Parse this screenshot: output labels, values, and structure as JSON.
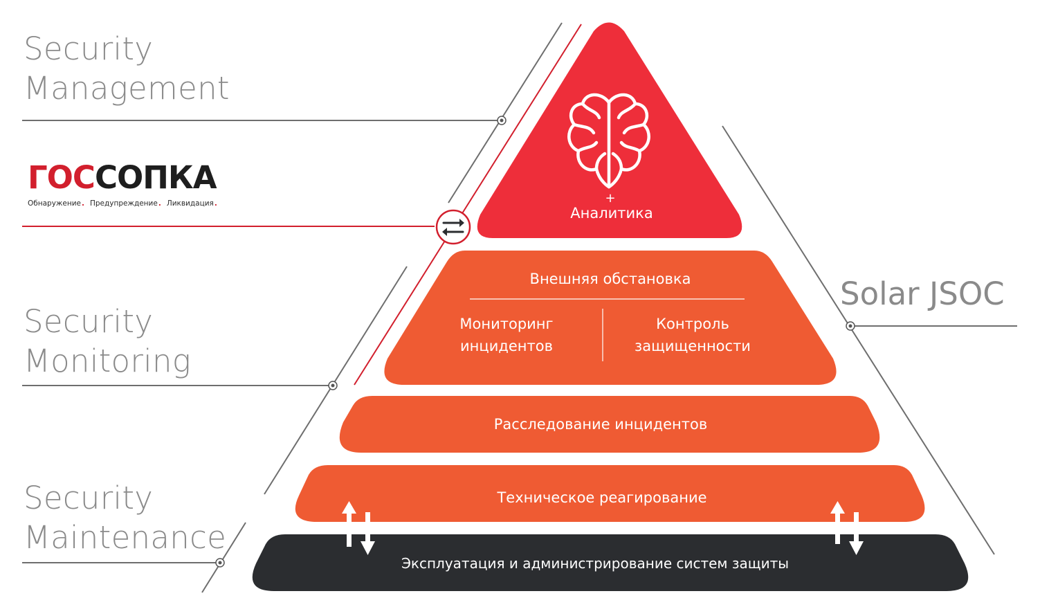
{
  "labels": {
    "management_line1": "Security",
    "management_line2": "Management",
    "monitoring_line1": "Security",
    "monitoring_line2": "Monitoring",
    "maintenance_line1": "Security",
    "maintenance_line2": "Maintenance",
    "solar_jsoc": "Solar JSOC"
  },
  "logo": {
    "part_red": "ГОС",
    "part_dark": "СОПКА",
    "tag_1": "Обнаружение",
    "tag_2": "Предупреждение",
    "tag_3": "Ликвидация"
  },
  "pyramid": {
    "top_plus": "+",
    "top_label": "Аналитика",
    "tier2_header": "Внешняя обстановка",
    "tier2_left_line1": "Мониторинг",
    "tier2_left_line2": "инцидентов",
    "tier2_right_line1": "Контроль",
    "tier2_right_line2": "защищенности",
    "tier3": "Расследование инцидентов",
    "tier4": "Техническое реагирование",
    "tier5": "Эксплуатация и администрирование систем защиты"
  },
  "colors": {
    "red": "#ee2e3a",
    "orange": "#ef5b33",
    "dark": "#2b2d30",
    "line_gray": "#6e6e6e",
    "line_red": "#d21f2d",
    "label_gray": "#8a8a8a"
  },
  "icons": [
    "brain-icon",
    "swap-arrows-icon",
    "up-down-arrows-icon"
  ]
}
